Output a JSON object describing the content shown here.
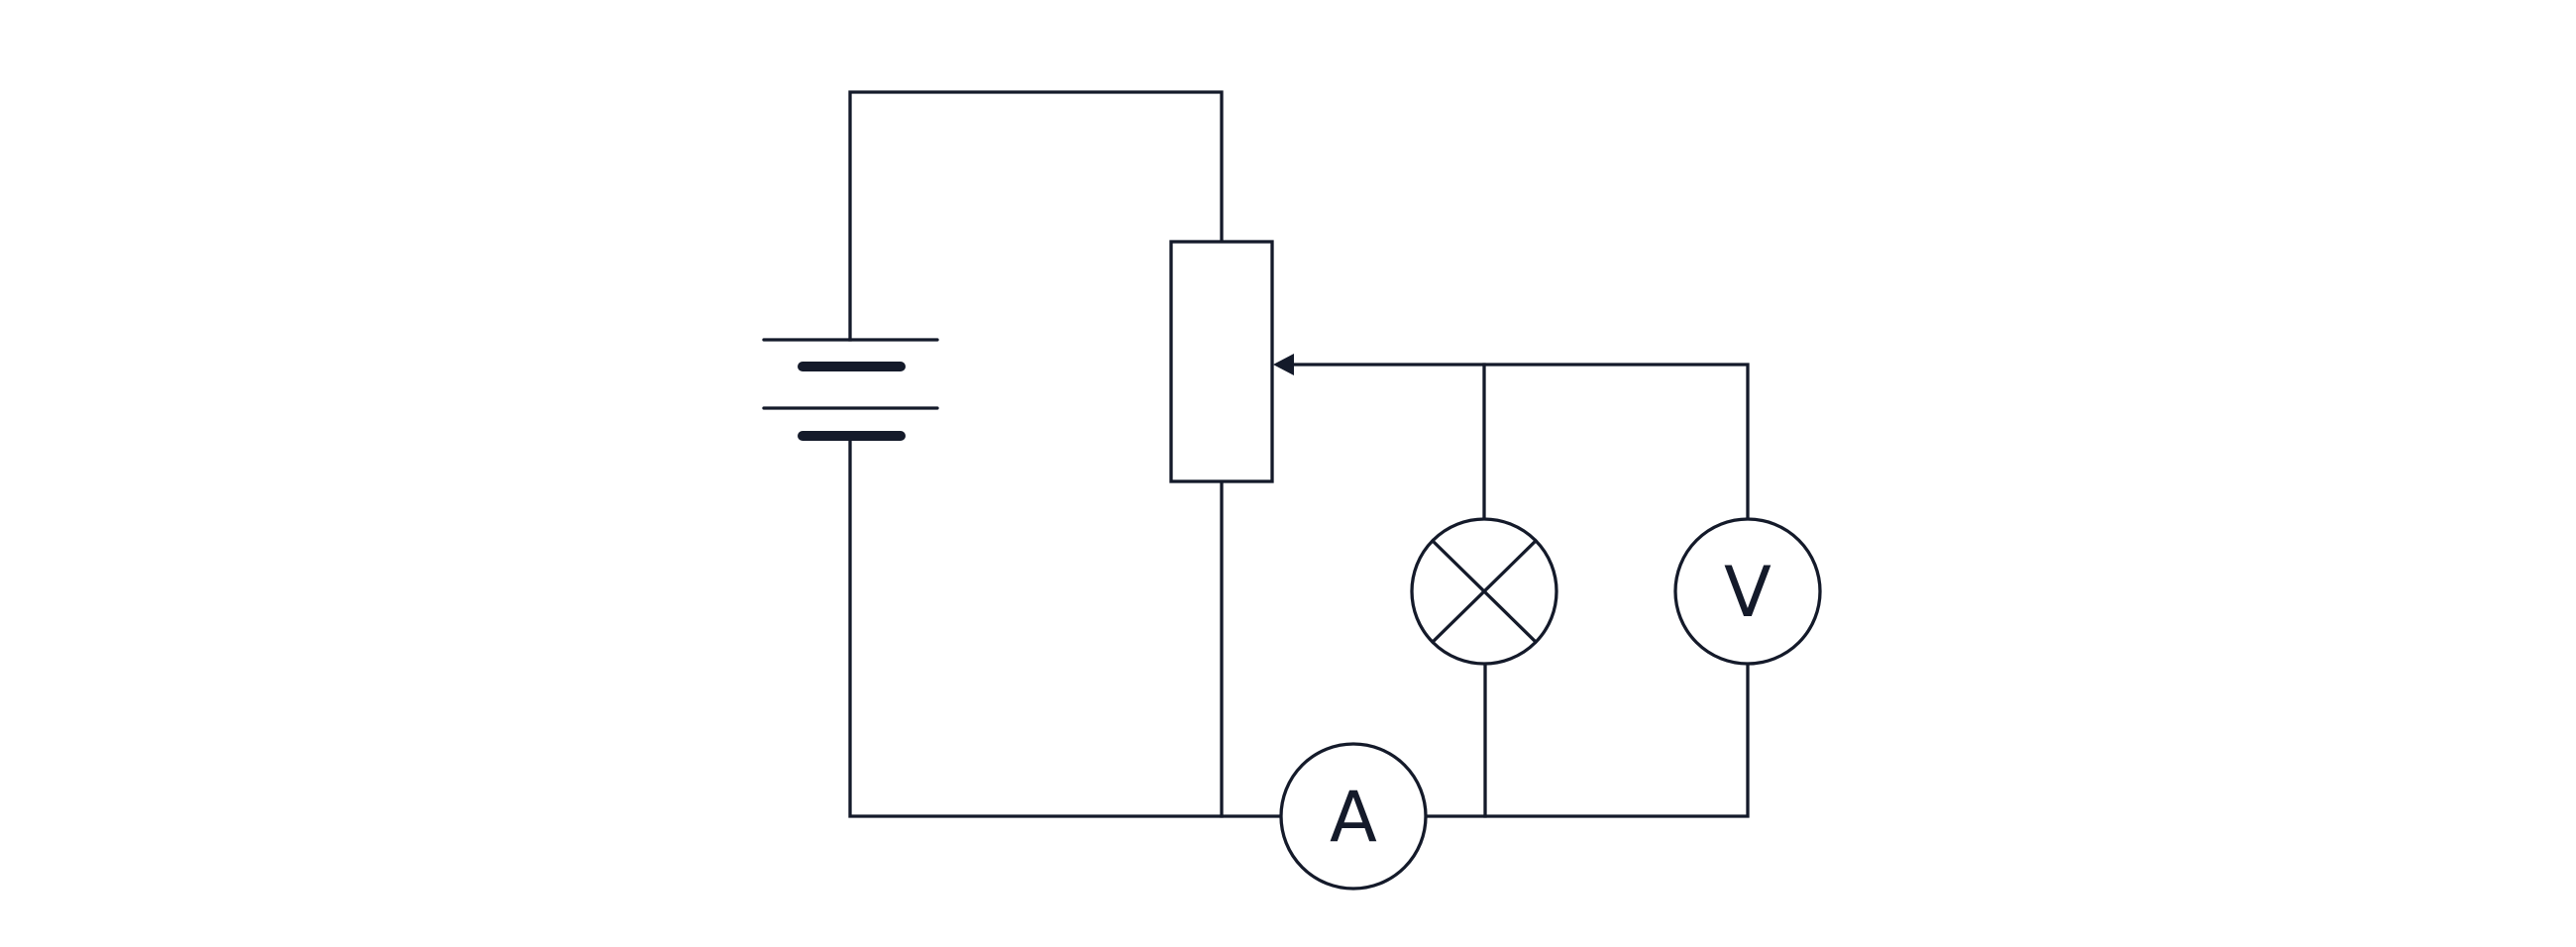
{
  "diagram": {
    "type": "circuit-schematic",
    "components": {
      "battery": {
        "cells": 2,
        "icon": "battery-icon"
      },
      "rheostat": {
        "kind": "variable-resistor-with-sliding-contact",
        "icon": "potentiometer-icon"
      },
      "lamp": {
        "icon": "lamp-icon"
      },
      "ammeter": {
        "label": "A",
        "icon": "ammeter-icon"
      },
      "voltmeter": {
        "label": "V",
        "icon": "voltmeter-icon"
      }
    },
    "colors": {
      "stroke": "#141a2a",
      "background": "#ffffff"
    }
  }
}
